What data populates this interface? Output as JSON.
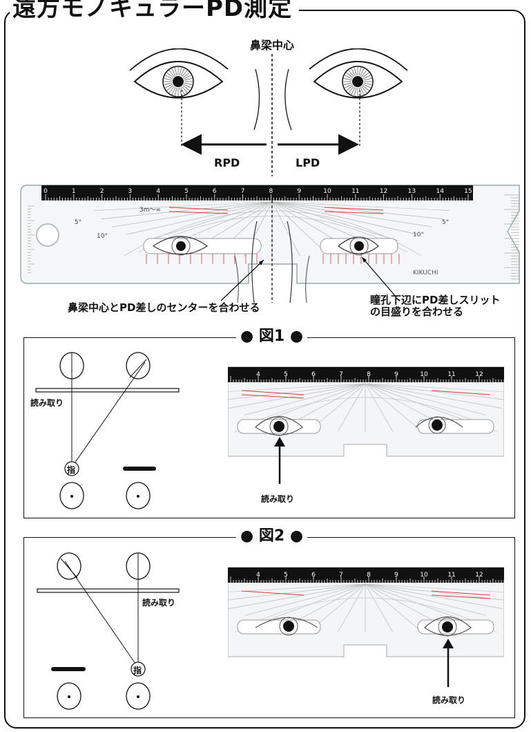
{
  "title": "遠方モノキュラーPD測定",
  "top_diagram": {
    "nose_center_label": "鼻梁中心",
    "rpd_label": "RPD",
    "lpd_label": "LPD"
  },
  "ruler": {
    "top_scale": [
      "0",
      "1",
      "2",
      "3",
      "4",
      "5",
      "6",
      "7",
      "8",
      "9",
      "10",
      "11",
      "12",
      "13",
      "14",
      "15"
    ],
    "distance_label": "3m〜∞",
    "angle_labels_left": [
      "5°",
      "10°"
    ],
    "angle_labels_right": [
      "5°",
      "10°"
    ],
    "brand": "KIKUCHI",
    "center_callout": "鼻梁中心とPD差しのセンターを合わせる",
    "slit_callout_line1": "瞳孔下辺にPD差しスリット",
    "slit_callout_line2": "の目盛りを合わせる"
  },
  "figure1": {
    "title": "図1",
    "reading_label": "読み取り",
    "finger_label": "指",
    "arrow_label": "読み取り"
  },
  "figure2": {
    "title": "図2",
    "reading_label": "読み取り",
    "finger_label": "指",
    "arrow_label": "読み取り"
  },
  "colors": {
    "ruler_black": "#111111",
    "red_lines": "#d23a3a",
    "gray_lines": "#9a9a9a"
  }
}
